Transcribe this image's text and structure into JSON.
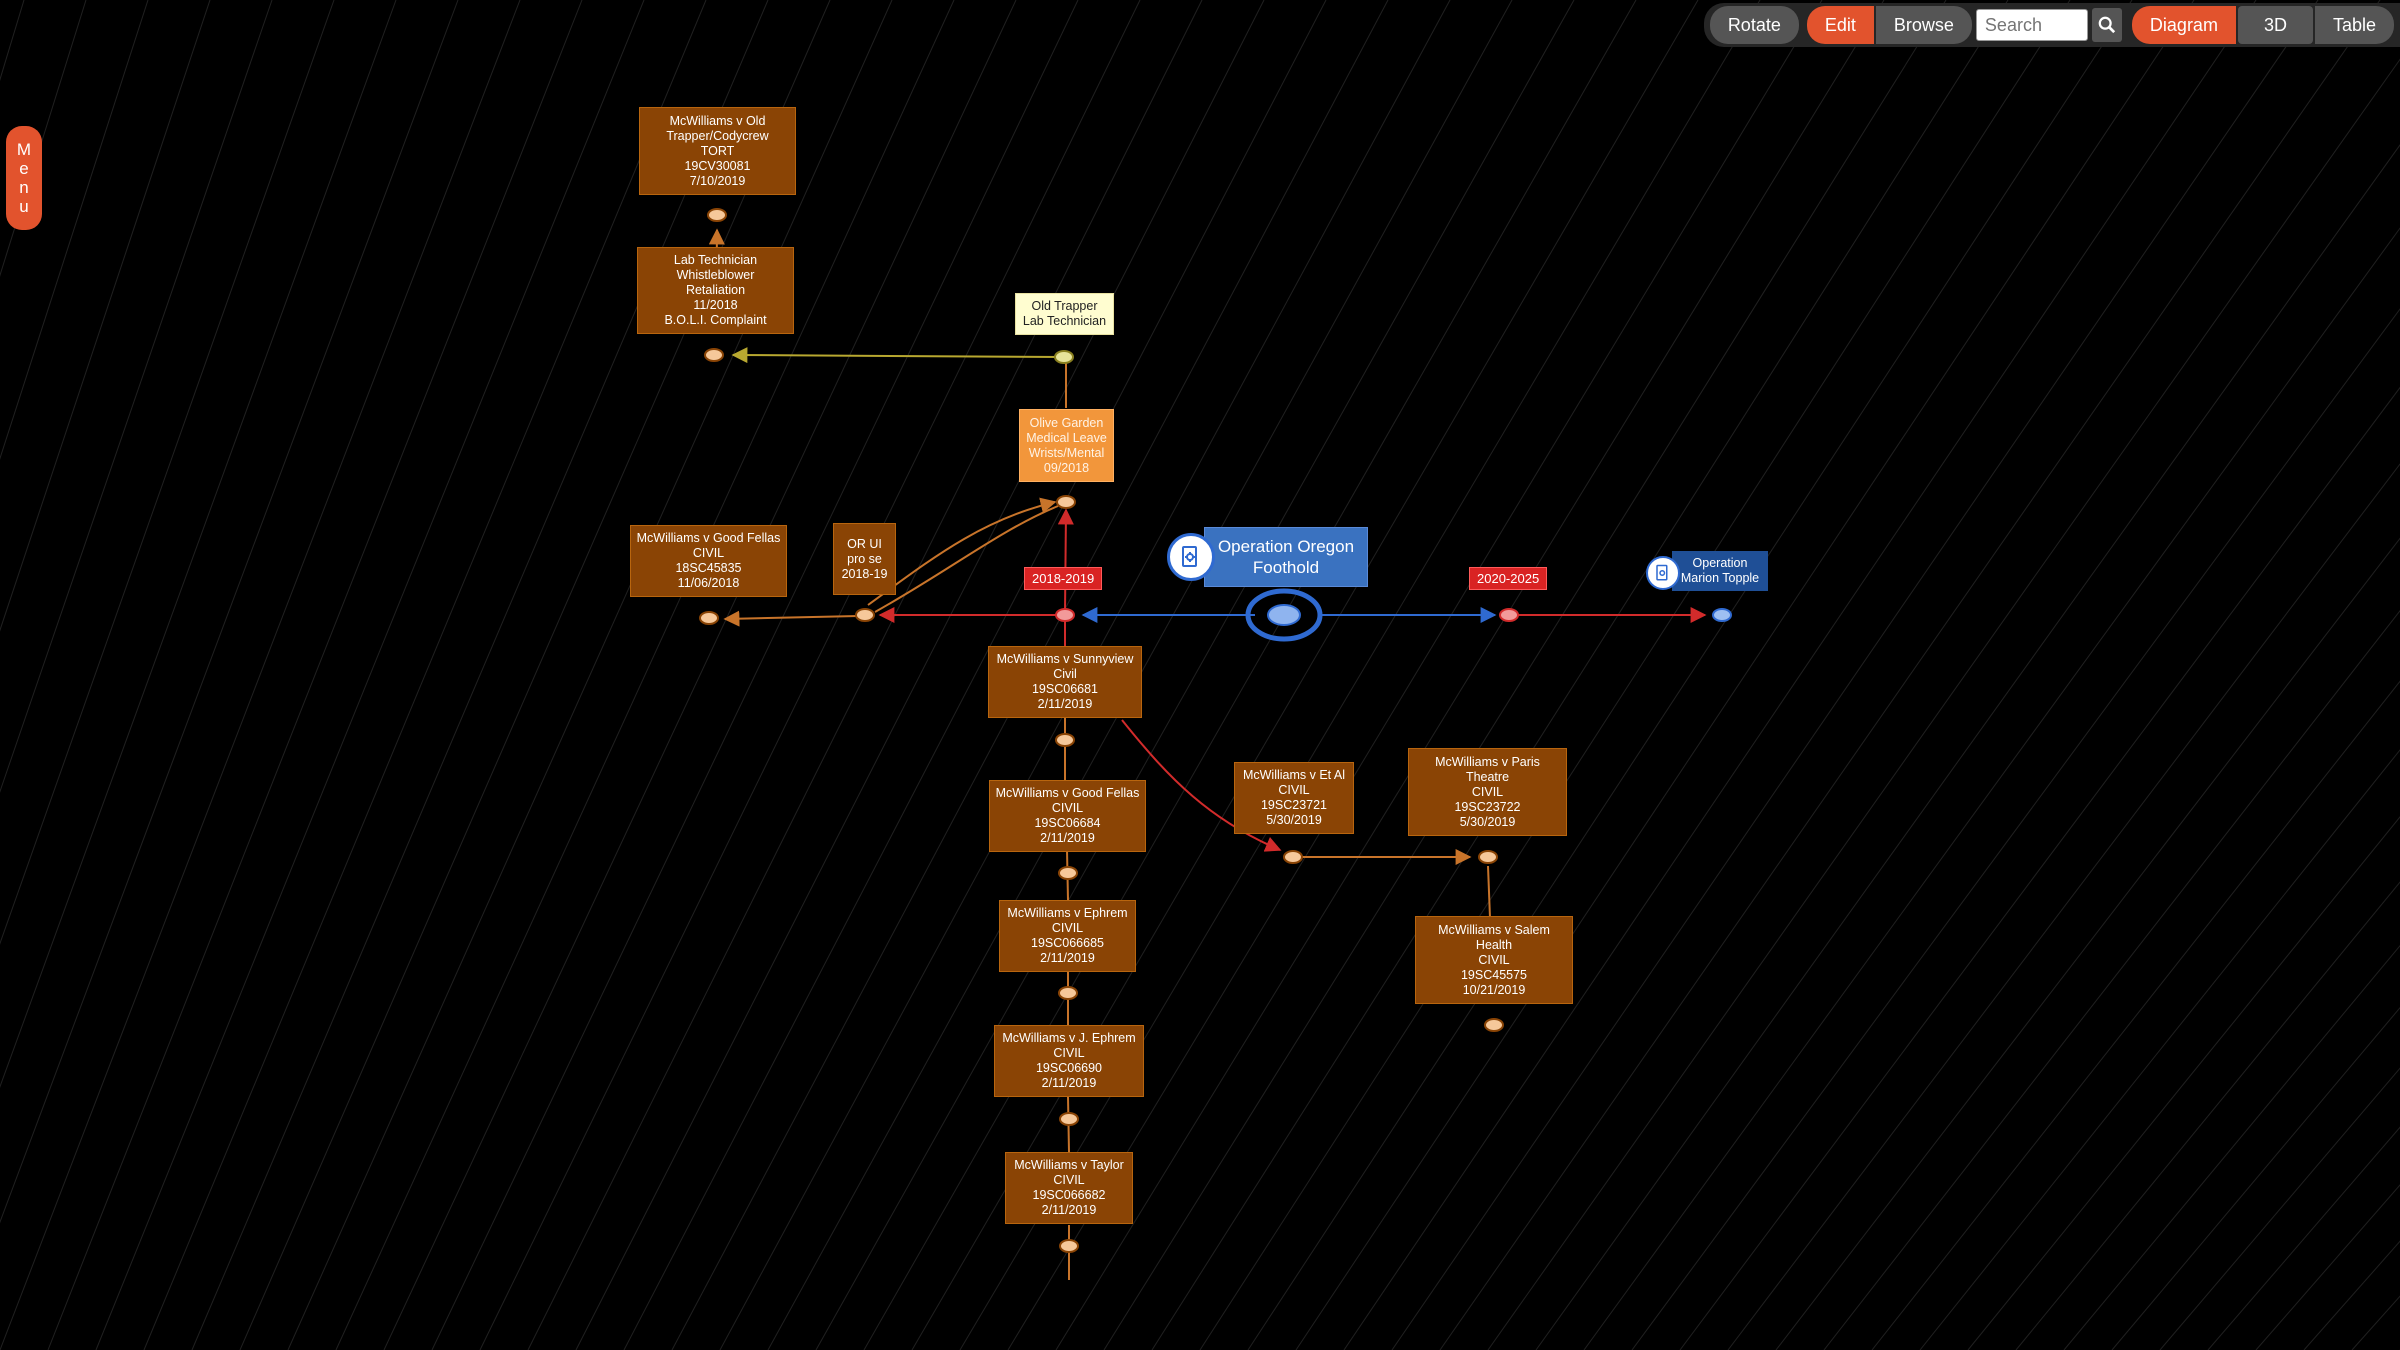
{
  "toolbar": {
    "rotate": "Rotate",
    "edit": "Edit",
    "browse": "Browse",
    "search_placeholder": "Search",
    "diagram": "Diagram",
    "three_d": "3D",
    "table": "Table"
  },
  "menu": {
    "letters": [
      "M",
      "e",
      "n",
      "u"
    ]
  },
  "colors": {
    "accent": "#e2532d",
    "node": "#8a4405",
    "node_light": "#f2963b",
    "tag_red": "#d92323",
    "op_blue": "#3a72c0"
  },
  "icons": {
    "search": "magnifier",
    "operation": "document-gear"
  },
  "nodes": {
    "n1": "McWilliams v Old\nTrapper/Codycrew\nTORT\n19CV30081\n7/10/2019",
    "n2": "Lab Technician\nWhistleblower\nRetaliation\n11/2018\nB.O.L.I. Complaint",
    "n3": "Old Trapper\nLab Technician",
    "n4": "Olive Garden\nMedical Leave\nWrists/Mental\n09/2018",
    "n5": "McWilliams v Good Fellas\nCIVIL\n18SC45835\n11/06/2018",
    "n6": "OR UI\npro se\n2018-19",
    "n7": "McWilliams v Sunnyview\nCivil\n19SC06681\n2/11/2019",
    "n8": "McWilliams v Good Fellas\nCIVIL\n19SC06684\n2/11/2019",
    "n9": "McWilliams v Ephrem\nCIVIL\n19SC066685\n2/11/2019",
    "n10": "McWilliams v J. Ephrem\nCIVIL\n19SC06690\n2/11/2019",
    "n11": "McWilliams v Taylor\nCIVIL\n19SC066682\n2/11/2019",
    "n12": "McWilliams v Et Al\nCIVIL\n19SC23721\n5/30/2019",
    "n13": "McWilliams v Paris\nTheatre\nCIVIL\n19SC23722\n5/30/2019",
    "n14": "McWilliams v Salem\nHealth\nCIVIL\n19SC45575\n10/21/2019"
  },
  "tags": {
    "t1": "2018-2019",
    "t2": "2020-2025"
  },
  "operations": {
    "main": "Operation Oregon\nFoothold",
    "secondary": "Operation\nMarion Topple"
  }
}
